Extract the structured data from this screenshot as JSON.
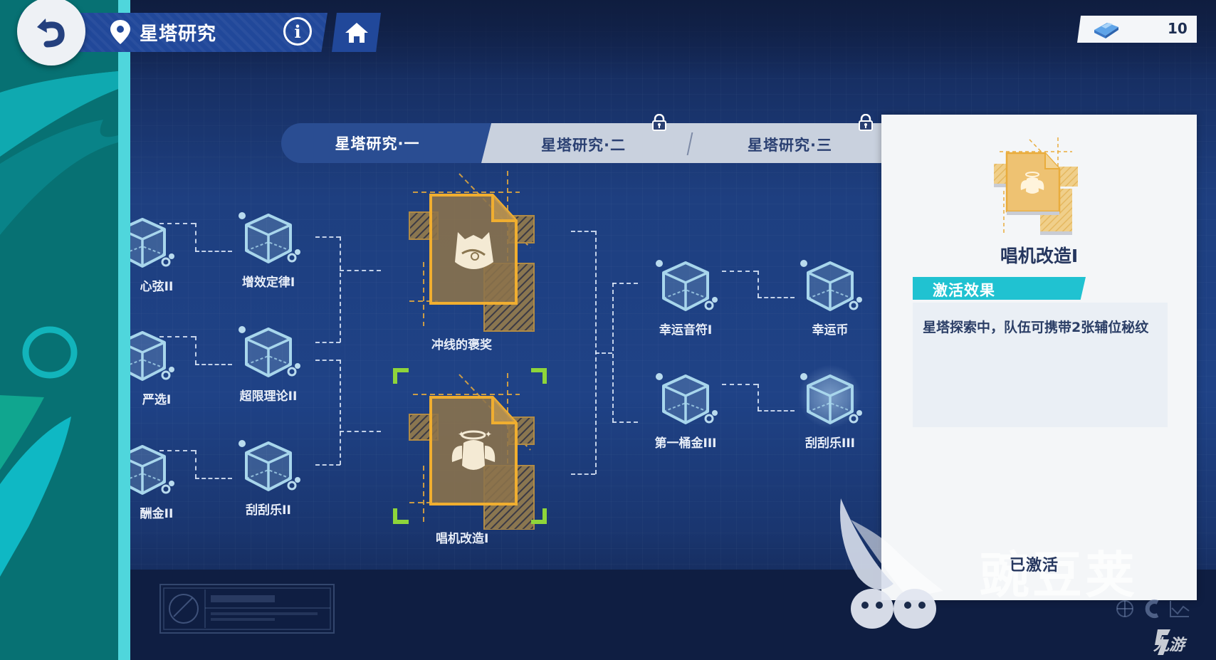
{
  "header": {
    "title": "星塔研究",
    "back_icon": "back-arrow-icon",
    "location_icon": "map-pin-icon",
    "info_icon": "info-icon",
    "home_icon": "home-icon"
  },
  "currency": {
    "icon": "blue-crystal-ingot-icon",
    "value": "10"
  },
  "tabs": [
    {
      "label": "星塔研究·一",
      "active": true,
      "locked": false
    },
    {
      "label": "星塔研究·二",
      "active": false,
      "locked": true
    },
    {
      "label": "星塔研究·三",
      "active": false,
      "locked": true
    }
  ],
  "tree": {
    "left_partial": [
      {
        "label": "心弦II"
      },
      {
        "label": "严选I"
      },
      {
        "label": "酬金II"
      }
    ],
    "left": [
      {
        "label": "增效定律I"
      },
      {
        "label": "超限理论II"
      },
      {
        "label": "刮刮乐II"
      }
    ],
    "center": [
      {
        "label": "冲线的褒奖",
        "icon": "bag-chip-icon",
        "selected": false
      },
      {
        "label": "唱机改造I",
        "icon": "angel-chip-icon",
        "selected": true
      }
    ],
    "right": [
      {
        "label": "幸运音符I"
      },
      {
        "label": "幸运币"
      },
      {
        "label": "第一桶金III"
      },
      {
        "label": "刮刮乐III",
        "highlighted": true
      }
    ]
  },
  "detail": {
    "title": "唱机改造I",
    "effect_header": "激活效果",
    "effect_text": "星塔探索中，队伍可携带2张辅位秘纹",
    "status": "已激活"
  },
  "watermarks": {
    "site1": "豌豆荚",
    "site2": "九游"
  },
  "colors": {
    "accent_cyan": "#20c2d1",
    "chip_gold": "#e9ac3c",
    "select_green": "#8ed53a",
    "bg_blue": "#1f4286",
    "panel_bg": "#f4f6f8"
  }
}
